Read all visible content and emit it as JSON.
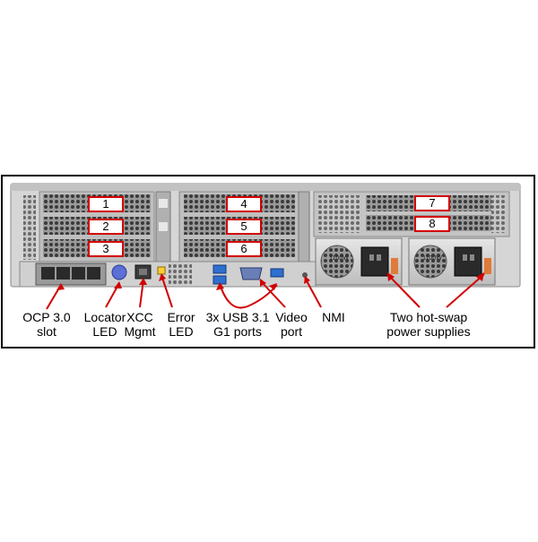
{
  "slot_numbers": [
    "1",
    "2",
    "3",
    "4",
    "5",
    "6",
    "7",
    "8"
  ],
  "psu_rating": "1100W",
  "labels": {
    "ocp": "OCP 3.0\nslot",
    "locator": "Locator\nLED",
    "xcc": "XCC\nMgmt",
    "error": "Error\nLED",
    "usb": "3x USB 3.1\nG1 ports",
    "video": "Video\nport",
    "nmi": "NMI",
    "psu": "Two hot-swap\npower supplies"
  },
  "colors": {
    "callout": "#d10000",
    "chassis": "#d9d9d9",
    "usb_blue": "#2f6fd0",
    "locator_blue": "#5b6fd6",
    "outer_frame": "#000000"
  }
}
